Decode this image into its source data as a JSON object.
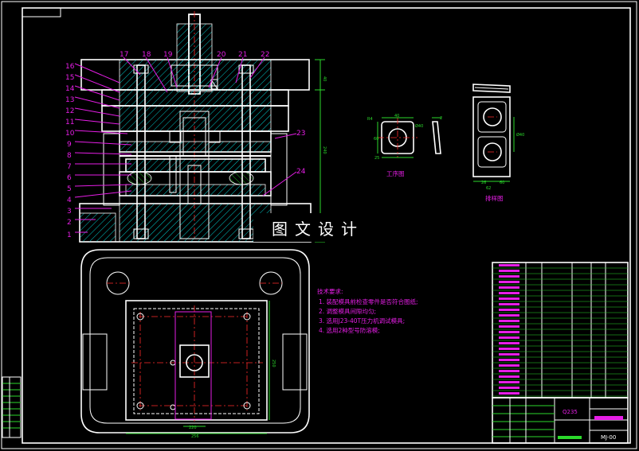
{
  "drawing": {
    "callouts": [
      "1",
      "2",
      "3",
      "4",
      "5",
      "6",
      "7",
      "8",
      "9",
      "10",
      "11",
      "12",
      "13",
      "14",
      "15",
      "16",
      "17",
      "18",
      "19",
      "20",
      "21",
      "22",
      "23",
      "24"
    ],
    "dims": {
      "die_height": "240",
      "top_plate": "40",
      "plan_width_a": "220",
      "plan_width_b": "256",
      "plan_height": "250"
    },
    "workpiece": {
      "label": "工序图",
      "dims": [
        "R4",
        "40",
        "Ø40",
        "60",
        "25",
        "2"
      ]
    },
    "layout": {
      "label": "排样图",
      "dims": [
        "26",
        "60",
        "Ø40",
        "62"
      ]
    },
    "notes": {
      "title": "技术要求:",
      "items": [
        "1. 装配模具前检查零件是否符合图纸;",
        "2. 调整模具间隙均匀;",
        "3. 选用J23-40T压力机调试模具;",
        "4. 选用2种型号防溶模;"
      ]
    },
    "title_block": {
      "material": "Q235",
      "drawing_no": "MJ-00"
    },
    "watermark": "图文设计"
  }
}
